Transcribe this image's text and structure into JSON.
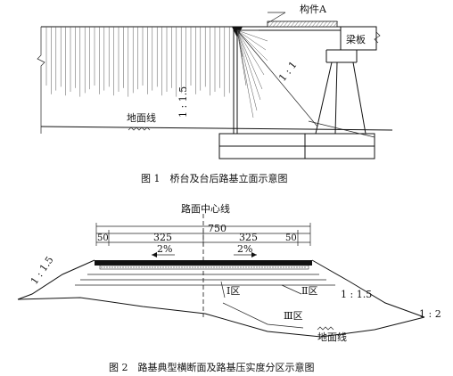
{
  "figure1": {
    "caption": "图 1　桥台及台后路基立面示意图",
    "labels": {
      "component_a": "构件A",
      "beam_slab": "梁板",
      "slope_1_1": "1 : 1",
      "slope_1_1_5": "1 : 1.5",
      "ground_line": "地面线"
    }
  },
  "figure2": {
    "caption": "图 2　路基典型横断面及路基压实度分区示意图",
    "labels": {
      "centerline": "路面中心线",
      "dim_total": "750",
      "dim_left_edge": "50",
      "dim_left_lane": "325",
      "dim_right_lane": "325",
      "dim_right_edge": "50",
      "crossfall_left": "2%",
      "crossfall_right": "2%",
      "slope_left": "1 : 1.5",
      "slope_right": "1 : 1.5",
      "slope_right_lower": "1 : 2",
      "zone_1": "Ⅰ区",
      "zone_2": "Ⅱ区",
      "zone_3": "Ⅲ区",
      "ground_line": "地面线"
    }
  }
}
